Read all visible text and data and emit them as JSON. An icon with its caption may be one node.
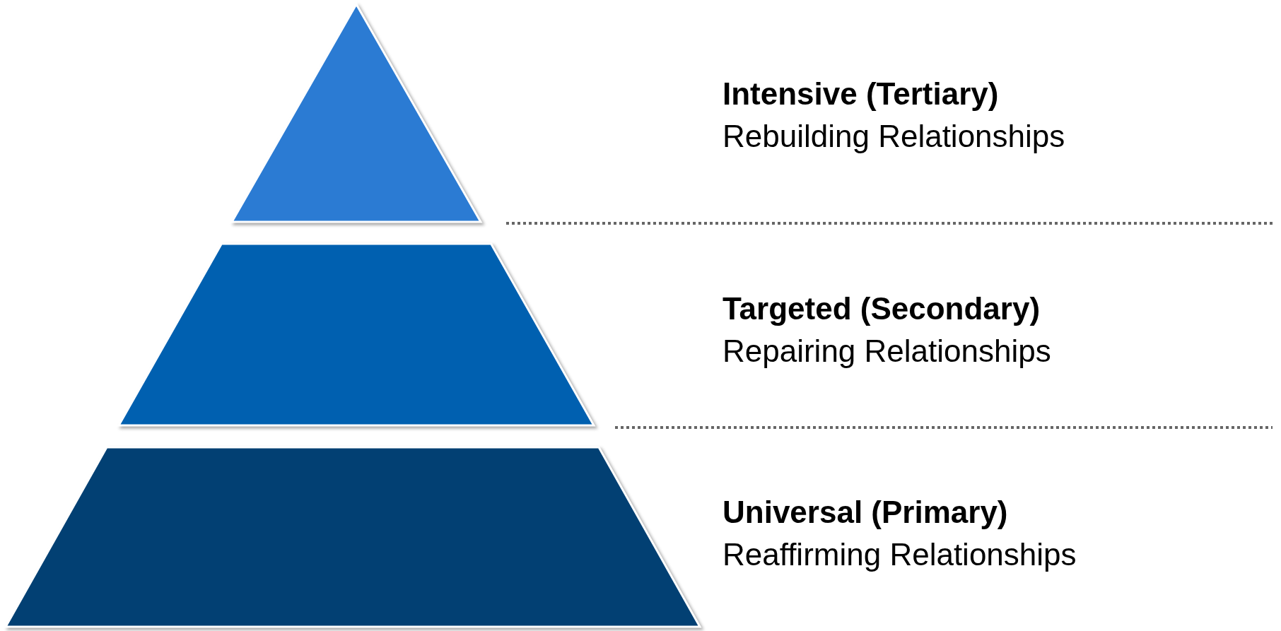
{
  "diagram": {
    "nodes": [
      {
        "text": [],
        "shape": "triangle",
        "beside": [
          "Intensive (Tertiary)",
          "Rebuilding Relationships"
        ]
      },
      {
        "text": [],
        "shape": "trapezoid",
        "beside": [
          "Targeted (Secondary)",
          "Repairing Relationships"
        ]
      },
      {
        "text": [],
        "shape": "trapezoid",
        "beside": [
          "Universal (Primary)",
          "Reaffirming Relationships"
        ]
      }
    ]
  }
}
